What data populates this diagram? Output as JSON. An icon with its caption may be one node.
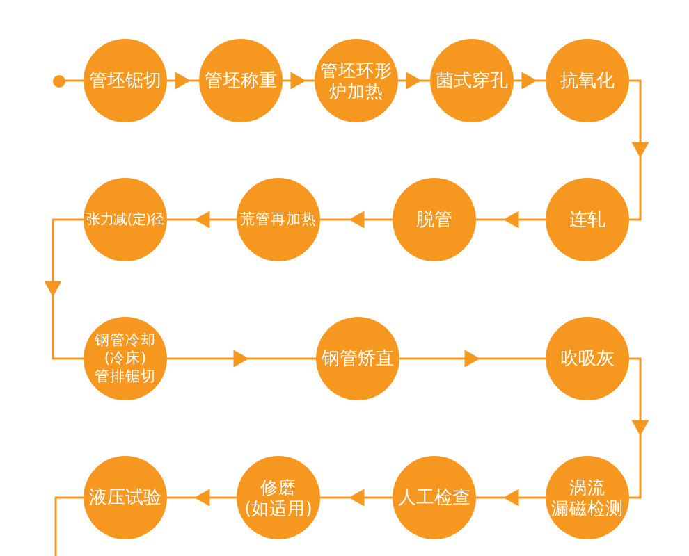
{
  "diagram": {
    "nodes": [
      {
        "text": [],
        "shape": "circle"
      },
      {
        "text": [
          "管坯锯切"
        ]
      },
      {
        "text": [
          "管坯称重"
        ]
      },
      {
        "text": [
          "管坯环形炉加热"
        ]
      },
      {
        "text": [
          "菌式穿孔"
        ]
      },
      {
        "text": [
          "抗氧化"
        ]
      },
      {
        "text": [
          "连轧"
        ]
      },
      {
        "text": [
          "脱管"
        ]
      },
      {
        "text": [
          "荒管再加热"
        ]
      },
      {
        "text": [
          "张力减(定)径"
        ]
      },
      {
        "text": [
          "钢管冷却(冷床)管排锯切"
        ]
      },
      {
        "text": [
          "钢管矫直"
        ]
      },
      {
        "text": [
          "吹吸灰"
        ]
      },
      {
        "text": [
          "涡流漏磁检测"
        ]
      },
      {
        "text": [
          "人工检查"
        ]
      },
      {
        "text": [
          "修磨(如适用)"
        ]
      },
      {
        "text": [
          "液压试验"
        ]
      }
    ],
    "edges": [
      {
        "from": 0,
        "to": 1,
        "arrow": "none"
      },
      {
        "from": 1,
        "to": 2,
        "arrow": "to"
      },
      {
        "from": 2,
        "to": 3,
        "arrow": "to"
      },
      {
        "from": 3,
        "to": 4,
        "arrow": "to"
      },
      {
        "from": 4,
        "to": 5,
        "arrow": "to"
      },
      {
        "from": 5,
        "to": 6,
        "arrow": "to"
      },
      {
        "from": 6,
        "to": 7,
        "arrow": "to"
      },
      {
        "from": 7,
        "to": 8,
        "arrow": "to"
      },
      {
        "from": 8,
        "to": 9,
        "arrow": "to"
      },
      {
        "from": 9,
        "to": 10,
        "arrow": "to"
      },
      {
        "from": 10,
        "to": 11,
        "arrow": "to"
      },
      {
        "from": 11,
        "to": 12,
        "arrow": "to"
      },
      {
        "from": 12,
        "to": 13,
        "arrow": "to"
      },
      {
        "from": 13,
        "to": 14,
        "arrow": "to"
      },
      {
        "from": 14,
        "to": 15,
        "arrow": "to"
      },
      {
        "from": 15,
        "to": 16,
        "arrow": "to"
      },
      {
        "from": 16,
        "to": null,
        "arrow": "none"
      }
    ]
  }
}
